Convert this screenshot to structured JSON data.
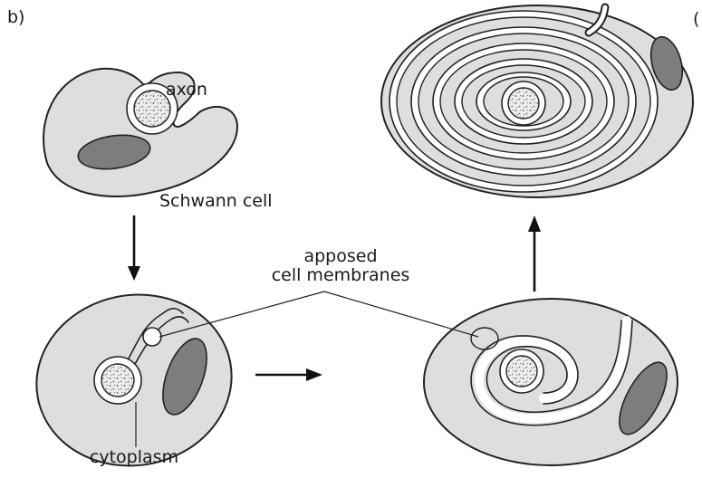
{
  "panel_label": "b)",
  "edge_label": "(",
  "labels": {
    "axon": "axon",
    "schwann_cell": "Schwann cell",
    "apposed_line1": "apposed",
    "apposed_line2": "cell membranes",
    "cytoplasm": "cytoplasm"
  }
}
